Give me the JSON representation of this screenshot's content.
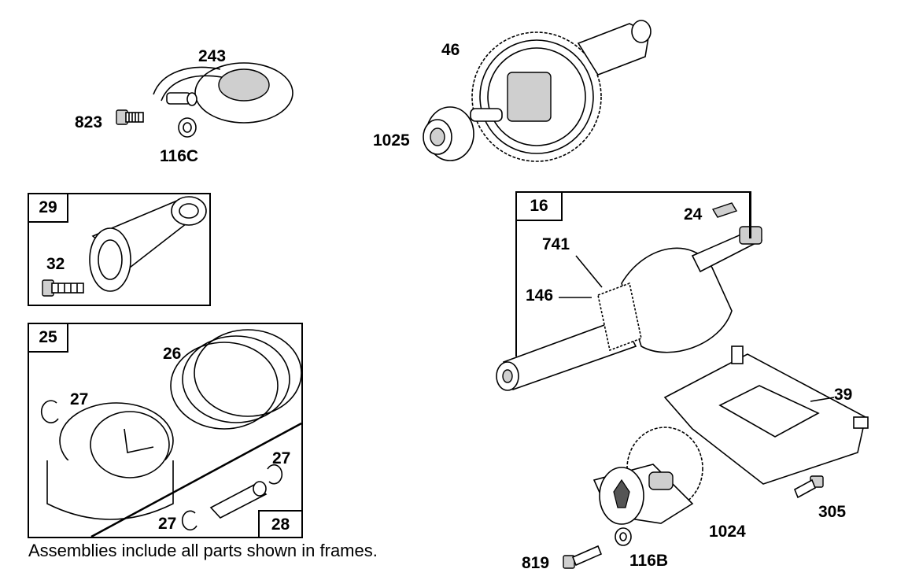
{
  "parts": {
    "p243": "243",
    "p823": "823",
    "p116c": "116C",
    "p46": "46",
    "p1025": "1025",
    "p32": "32",
    "p26": "26",
    "p27a": "27",
    "p27b": "27",
    "p27c": "27",
    "p24": "24",
    "p741": "741",
    "p146": "146",
    "p39": "39",
    "p305": "305",
    "p1024": "1024",
    "p819": "819",
    "p116b": "116B"
  },
  "frames": {
    "f29": "29",
    "f25": "25",
    "f28": "28",
    "f16": "16"
  },
  "footnote": "Assemblies include all parts shown in frames."
}
